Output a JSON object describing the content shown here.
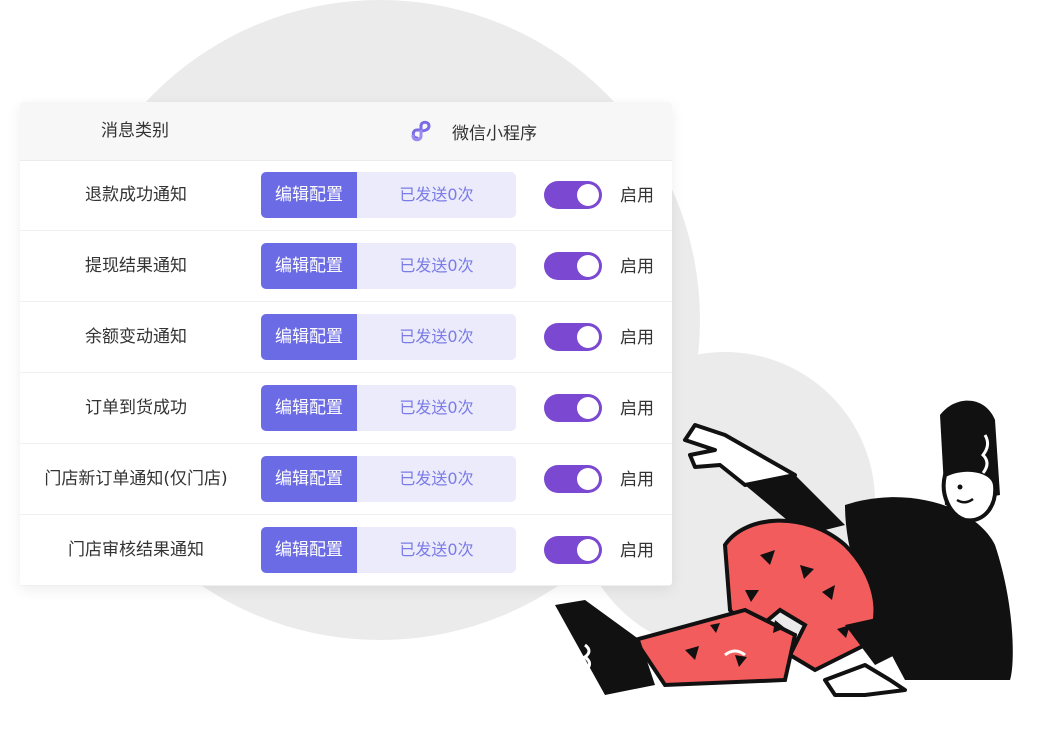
{
  "header": {
    "column_title": "消息类别",
    "channel_label": "微信小程序",
    "channel_icon": "mini-program-icon"
  },
  "rows": [
    {
      "name": "退款成功通知",
      "edit_label": "编辑配置",
      "sent_text": "已发送0次",
      "enabled": true,
      "toggle_label": "启用"
    },
    {
      "name": "提现结果通知",
      "edit_label": "编辑配置",
      "sent_text": "已发送0次",
      "enabled": true,
      "toggle_label": "启用"
    },
    {
      "name": "余额变动通知",
      "edit_label": "编辑配置",
      "sent_text": "已发送0次",
      "enabled": true,
      "toggle_label": "启用"
    },
    {
      "name": "订单到货成功",
      "edit_label": "编辑配置",
      "sent_text": "已发送0次",
      "enabled": true,
      "toggle_label": "启用"
    },
    {
      "name": "门店新订单通知(仅门店)",
      "edit_label": "编辑配置",
      "sent_text": "已发送0次",
      "enabled": true,
      "toggle_label": "启用"
    },
    {
      "name": "门店审核结果通知",
      "edit_label": "编辑配置",
      "sent_text": "已发送0次",
      "enabled": true,
      "toggle_label": "启用"
    }
  ],
  "colors": {
    "accent": "#6b6be6",
    "toggle_on": "#7b49d1",
    "sent_bg": "#ebebfc",
    "illustration_red": "#f25c5c"
  }
}
